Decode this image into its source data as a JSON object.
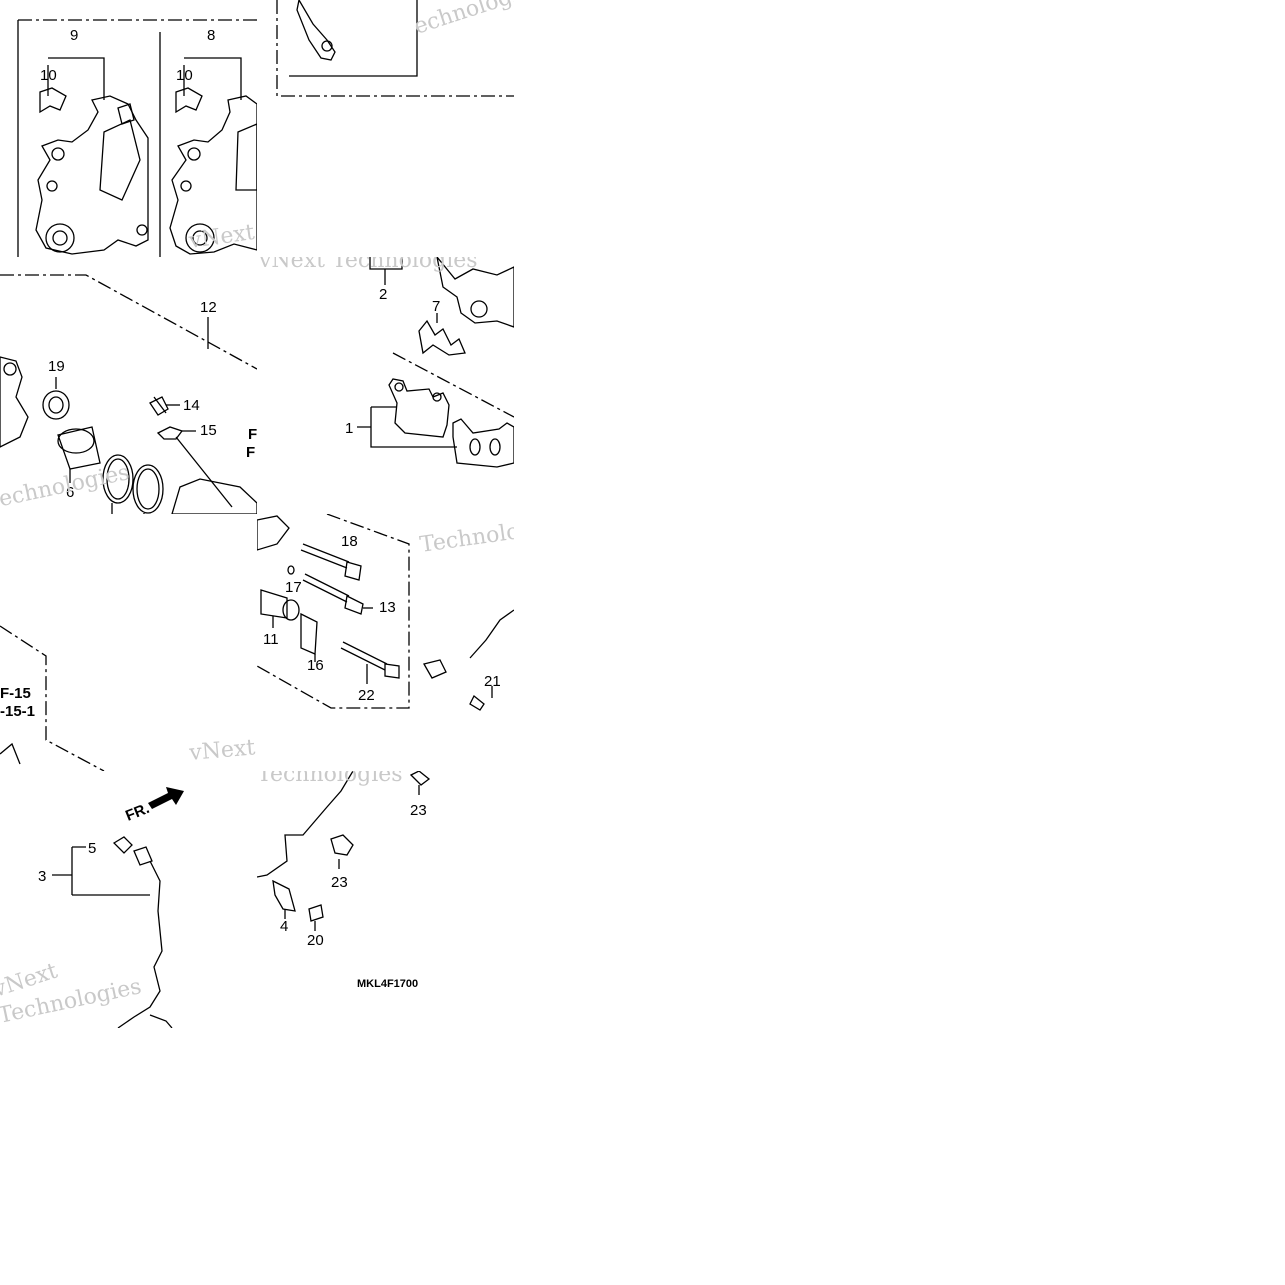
{
  "diagram": {
    "diagram_code": "MKL4F1700",
    "front_arrow_label": "FR.",
    "watermark_texts": [
      "vNext Technologies",
      "Technologies",
      "vNext",
      "Technologies",
      "echnologies"
    ],
    "ref_labels": [
      "F-15",
      "-15-1"
    ],
    "partial_labels": [
      "F",
      "F"
    ],
    "callouts": {
      "c1": "1",
      "c2": "2",
      "c3": "3",
      "c4": "4",
      "c5": "5",
      "c6": "6",
      "c7": "7",
      "c8": "8",
      "c9": "9",
      "c10a": "10",
      "c10b": "10",
      "c11": "11",
      "c12": "12",
      "c13": "13",
      "c14": "14",
      "c15": "15",
      "c16": "16",
      "c17": "17",
      "c18": "18",
      "c19": "19",
      "c20": "20",
      "c21": "21",
      "c22": "22",
      "c23a": "23",
      "c23b": "23"
    }
  },
  "colors": {
    "line": "#000000",
    "watermark": "#c9c9c9",
    "background": "#ffffff"
  }
}
